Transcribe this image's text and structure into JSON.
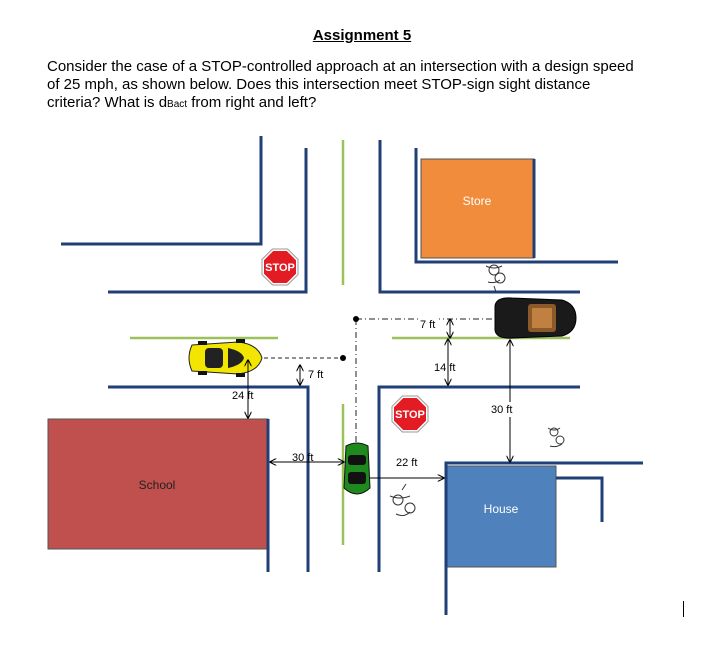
{
  "title": "Assignment 5",
  "paragraph": {
    "before_sub": "Consider the case of a STOP-controlled approach at an intersection with a design speed of 25 mph, as shown below.  Does this intersection meet STOP-sign sight distance criteria? What is d",
    "sub": "Bact",
    "after_sub": " from right and left?"
  },
  "diagram": {
    "stop_sign_text": "STOP",
    "store_label": "Store",
    "school_label": "School",
    "house_label": "House",
    "dimensions": {
      "d7_upper": "7 ft",
      "d7_lower": "7 ft",
      "d14": "14 ft",
      "d24": "24 ft",
      "d30_left": "30 ft",
      "d22": "22 ft",
      "d30_right": "30 ft"
    },
    "colors": {
      "road": "#1f3f77",
      "centerline": "#9dc15a",
      "store": "#f08c3c",
      "school": "#c0504d",
      "house": "#4f81bd",
      "stop": "#e31b23",
      "yellow_car": "#f2e600",
      "green_car": "#1e8a1e",
      "black_car": "#1a1a1a"
    }
  }
}
